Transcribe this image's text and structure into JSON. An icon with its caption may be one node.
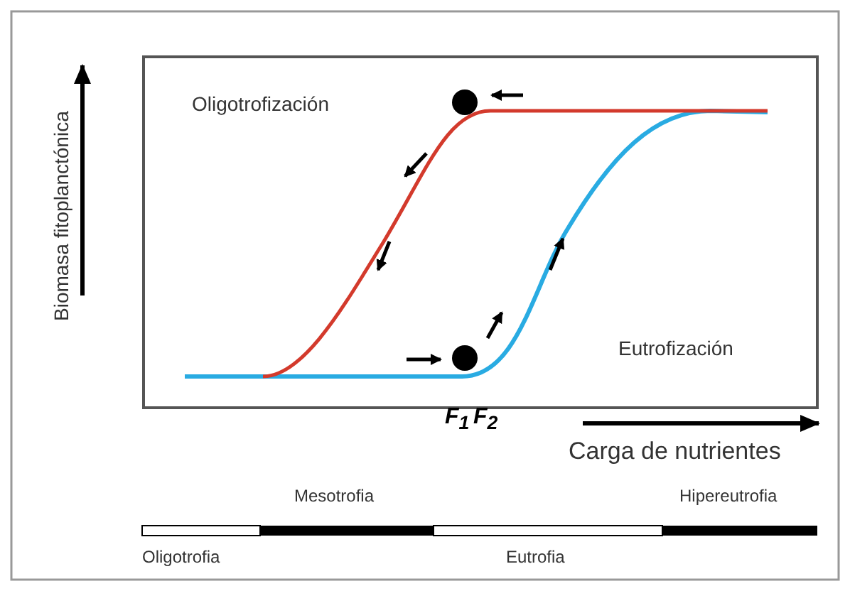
{
  "diagram": {
    "labels": [
      "Oligotrofización",
      "Biomasa fitoplanctónica",
      "Eutrofización",
      "F$_{1}$",
      "F$_{2}$",
      "Carga de nutrientes",
      "Mesotrofia",
      "Hipereutrofia",
      "Oligotrofia",
      "Eutrofia"
    ]
  }
}
